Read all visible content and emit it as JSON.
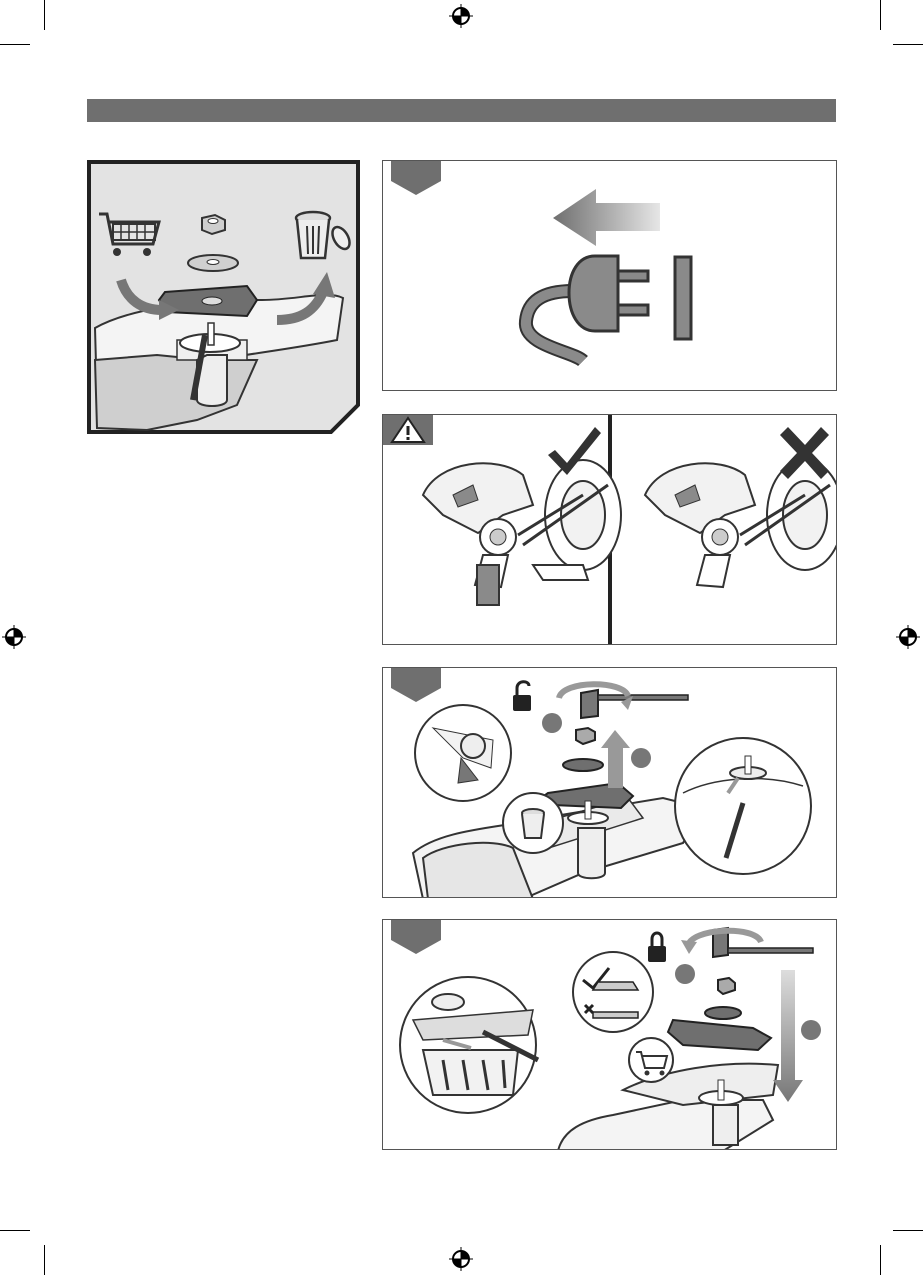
{
  "page": {
    "header_bar_color": "#6f6f6f",
    "accent_gray": "#6f6f6f",
    "light_gray": "#e0e0e0"
  },
  "icons": {
    "registration_marks": "crosshair-circle",
    "cart": "shopping-cart-icon",
    "bin": "trash-bin-icon",
    "plug": "unplug-icon",
    "warning": "warning-triangle-icon",
    "correct": "check-mark-icon",
    "incorrect": "cross-mark-icon",
    "unlock": "unlock-icon",
    "lock": "lock-icon"
  },
  "panels": {
    "intro": {
      "shows": [
        "cart",
        "nut",
        "washer",
        "blade",
        "bin"
      ]
    },
    "step_unplug": {
      "has_step_tab": true
    },
    "step_guard_check": {
      "has_warning_tab": true
    },
    "step_remove_blade": {
      "has_step_tab": true,
      "callouts": 3
    },
    "step_fit_blade": {
      "has_step_tab": true,
      "callouts": 3
    }
  }
}
